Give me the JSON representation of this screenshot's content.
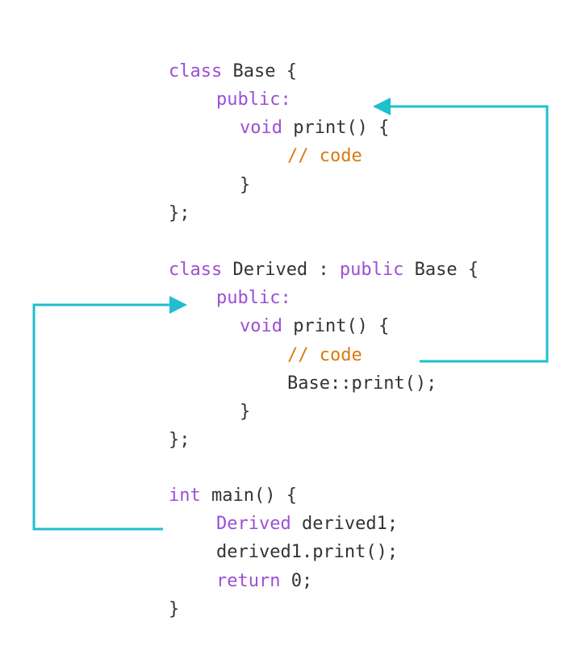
{
  "colors": {
    "keyword": "#9c4fd6",
    "comment": "#d97a0f",
    "text": "#333333",
    "arrow": "#1fbfce",
    "background": "#ffffff"
  },
  "code": {
    "base_class": {
      "line1_kw": "class",
      "line1_rest": " Base {",
      "access": "public:",
      "method_kw": "void",
      "method_rest": " print() {",
      "comment": "// code",
      "close_method": "}",
      "close_class": "};"
    },
    "derived_class": {
      "line1_kw": "class",
      "line1_mid": " Derived : ",
      "line1_kw2": "public",
      "line1_rest": " Base {",
      "access": "public:",
      "method_kw": "void",
      "method_rest": " print() {",
      "comment": "// code",
      "base_call": "Base::print();",
      "close_method": "}",
      "close_class": "};"
    },
    "main_fn": {
      "line1_kw": "int",
      "line1_rest": " main() {",
      "decl_type": "Derived",
      "decl_rest": " derived1;",
      "call": "derived1.print();",
      "return_kw": "return",
      "return_rest": " 0;",
      "close": "}"
    }
  }
}
